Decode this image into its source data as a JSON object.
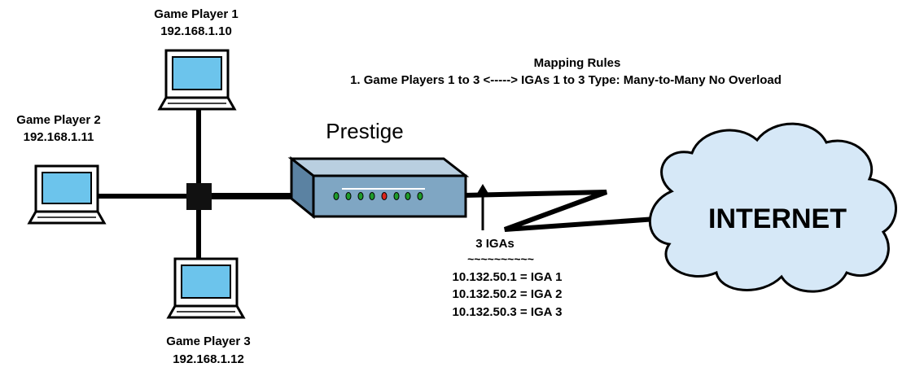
{
  "players": [
    {
      "name": "Game Player 1",
      "ip": "192.168.1.10"
    },
    {
      "name": "Game Player 2",
      "ip": "192.168.1.11"
    },
    {
      "name": "Game Player 3",
      "ip": "192.168.1.12"
    }
  ],
  "router": {
    "label": "Prestige"
  },
  "mapping": {
    "title": "Mapping Rules",
    "rule1": "1. Game Players 1 to 3 <-----> IGAs 1 to 3 Type: Many-to-Many No Overload"
  },
  "igas": {
    "title": "3 IGAs",
    "divider": "~~~~~~~~~~",
    "entries": [
      "10.132.50.1 = IGA 1",
      "10.132.50.2 = IGA 2",
      "10.132.50.3 = IGA 3"
    ]
  },
  "internet": {
    "label": "INTERNET"
  },
  "colors": {
    "screen": "#6cc4ec",
    "router_body": "#7fa6c3",
    "router_top": "#b9cfe0",
    "router_side": "#5b82a2",
    "cloud": "#d6e8f7",
    "led_green": "#1f9a2b",
    "led_red": "#d9261c"
  }
}
